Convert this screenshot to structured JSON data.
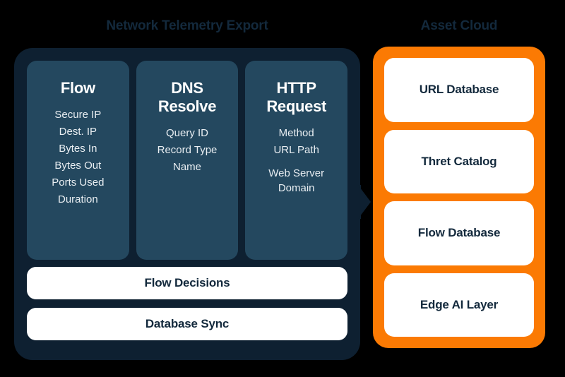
{
  "diagram": {
    "background_color": "#000000",
    "left": {
      "heading": "Network Telemetry Export",
      "panel_color": "#0e2031",
      "card_color": "#24485f",
      "cards": [
        {
          "title": "Flow",
          "fields": [
            "Secure IP",
            "Dest. IP",
            "Bytes In",
            "Bytes Out",
            "Ports Used",
            "Duration"
          ]
        },
        {
          "title": "DNS\nResolve",
          "fields": [
            "Query ID",
            "Record Type",
            "Name"
          ]
        },
        {
          "title": "HTTP\nRequest",
          "fields": [
            "Method",
            "URL Path",
            "Web Server\nDomain"
          ]
        }
      ],
      "action_bars": [
        {
          "label": "Flow Decisions"
        },
        {
          "label": "Database Sync"
        }
      ]
    },
    "connector": {
      "name": "arrow-right",
      "color": "#0e2031",
      "direction": "left-to-right"
    },
    "right": {
      "heading": "Asset Cloud",
      "panel_color": "#fb7a03",
      "cards": [
        {
          "label": "URL Database"
        },
        {
          "label": "Thret Catalog"
        },
        {
          "label": "Flow Database"
        },
        {
          "label": "Edge AI Layer"
        }
      ]
    }
  }
}
